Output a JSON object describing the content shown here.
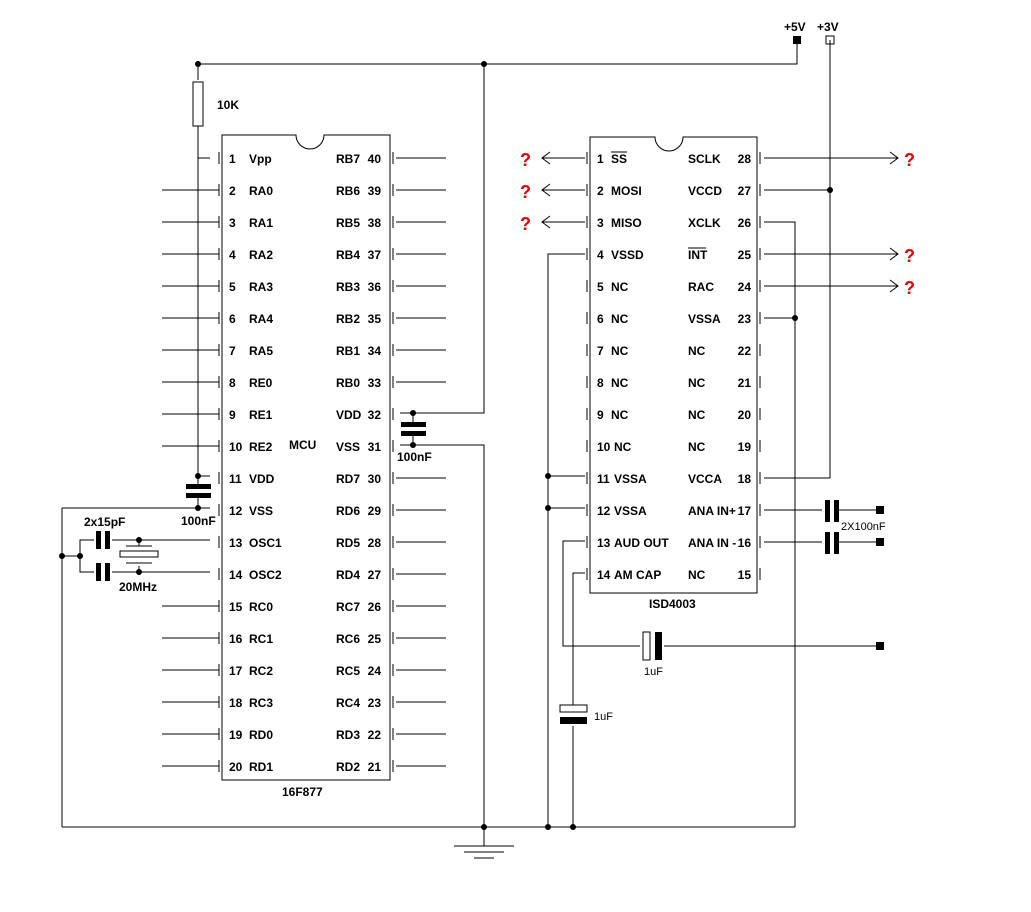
{
  "supplies": {
    "v5": "+5V",
    "v3": "+3V"
  },
  "mcu": {
    "part": "16F877",
    "center_label": "MCU",
    "left_pins": [
      {
        "num": "1",
        "name": "Vpp"
      },
      {
        "num": "2",
        "name": "RA0"
      },
      {
        "num": "3",
        "name": "RA1"
      },
      {
        "num": "4",
        "name": "RA2"
      },
      {
        "num": "5",
        "name": "RA3"
      },
      {
        "num": "6",
        "name": "RA4"
      },
      {
        "num": "7",
        "name": "RA5"
      },
      {
        "num": "8",
        "name": "RE0"
      },
      {
        "num": "9",
        "name": "RE1"
      },
      {
        "num": "10",
        "name": "RE2"
      },
      {
        "num": "11",
        "name": "VDD"
      },
      {
        "num": "12",
        "name": "VSS"
      },
      {
        "num": "13",
        "name": "OSC1"
      },
      {
        "num": "14",
        "name": "OSC2"
      },
      {
        "num": "15",
        "name": "RC0"
      },
      {
        "num": "16",
        "name": "RC1"
      },
      {
        "num": "17",
        "name": "RC2"
      },
      {
        "num": "18",
        "name": "RC3"
      },
      {
        "num": "19",
        "name": "RD0"
      },
      {
        "num": "20",
        "name": "RD1"
      }
    ],
    "right_pins": [
      {
        "num": "40",
        "name": "RB7"
      },
      {
        "num": "39",
        "name": "RB6"
      },
      {
        "num": "38",
        "name": "RB5"
      },
      {
        "num": "37",
        "name": "RB4"
      },
      {
        "num": "36",
        "name": "RB3"
      },
      {
        "num": "35",
        "name": "RB2"
      },
      {
        "num": "34",
        "name": "RB1"
      },
      {
        "num": "33",
        "name": "RB0"
      },
      {
        "num": "32",
        "name": "VDD"
      },
      {
        "num": "31",
        "name": "VSS"
      },
      {
        "num": "30",
        "name": "RD7"
      },
      {
        "num": "29",
        "name": "RD6"
      },
      {
        "num": "28",
        "name": "RD5"
      },
      {
        "num": "27",
        "name": "RD4"
      },
      {
        "num": "26",
        "name": "RC7"
      },
      {
        "num": "25",
        "name": "RC6"
      },
      {
        "num": "24",
        "name": "RC5"
      },
      {
        "num": "23",
        "name": "RC4"
      },
      {
        "num": "22",
        "name": "RD3"
      },
      {
        "num": "21",
        "name": "RD2"
      }
    ]
  },
  "isd": {
    "part": "ISD4003",
    "left_pins": [
      {
        "num": "1",
        "name": "SS",
        "overline": true
      },
      {
        "num": "2",
        "name": "MOSI"
      },
      {
        "num": "3",
        "name": "MISO"
      },
      {
        "num": "4",
        "name": "VSSD"
      },
      {
        "num": "5",
        "name": "NC"
      },
      {
        "num": "6",
        "name": "NC"
      },
      {
        "num": "7",
        "name": "NC"
      },
      {
        "num": "8",
        "name": "NC"
      },
      {
        "num": "9",
        "name": "NC"
      },
      {
        "num": "10",
        "name": "NC"
      },
      {
        "num": "11",
        "name": "VSSA"
      },
      {
        "num": "12",
        "name": "VSSA"
      },
      {
        "num": "13",
        "name": "AUD OUT"
      },
      {
        "num": "14",
        "name": "AM CAP"
      }
    ],
    "right_pins": [
      {
        "num": "28",
        "name": "SCLK"
      },
      {
        "num": "27",
        "name": "VCCD"
      },
      {
        "num": "26",
        "name": "XCLK"
      },
      {
        "num": "25",
        "name": "INT",
        "overline": true
      },
      {
        "num": "24",
        "name": "RAC"
      },
      {
        "num": "23",
        "name": "VSSA"
      },
      {
        "num": "22",
        "name": "NC"
      },
      {
        "num": "21",
        "name": "NC"
      },
      {
        "num": "20",
        "name": "NC"
      },
      {
        "num": "19",
        "name": "NC"
      },
      {
        "num": "18",
        "name": "VCCA"
      },
      {
        "num": "17",
        "name": "ANA IN+"
      },
      {
        "num": "16",
        "name": "ANA IN -"
      },
      {
        "num": "15",
        "name": "NC"
      }
    ]
  },
  "components": {
    "resistor": "10K",
    "cap_mcu_right": "100nF",
    "cap_mcu_left": "100nF",
    "cap_osc": "2x15pF",
    "crystal": "20MHz",
    "cap_ana_in": "2X100nF",
    "cap_aud_out": "1uF",
    "cap_am_cap": "1uF"
  },
  "unknown_mark": "?",
  "colors": {
    "wire": "#000000",
    "unknown": "#e00000",
    "background": "#ffffff"
  }
}
